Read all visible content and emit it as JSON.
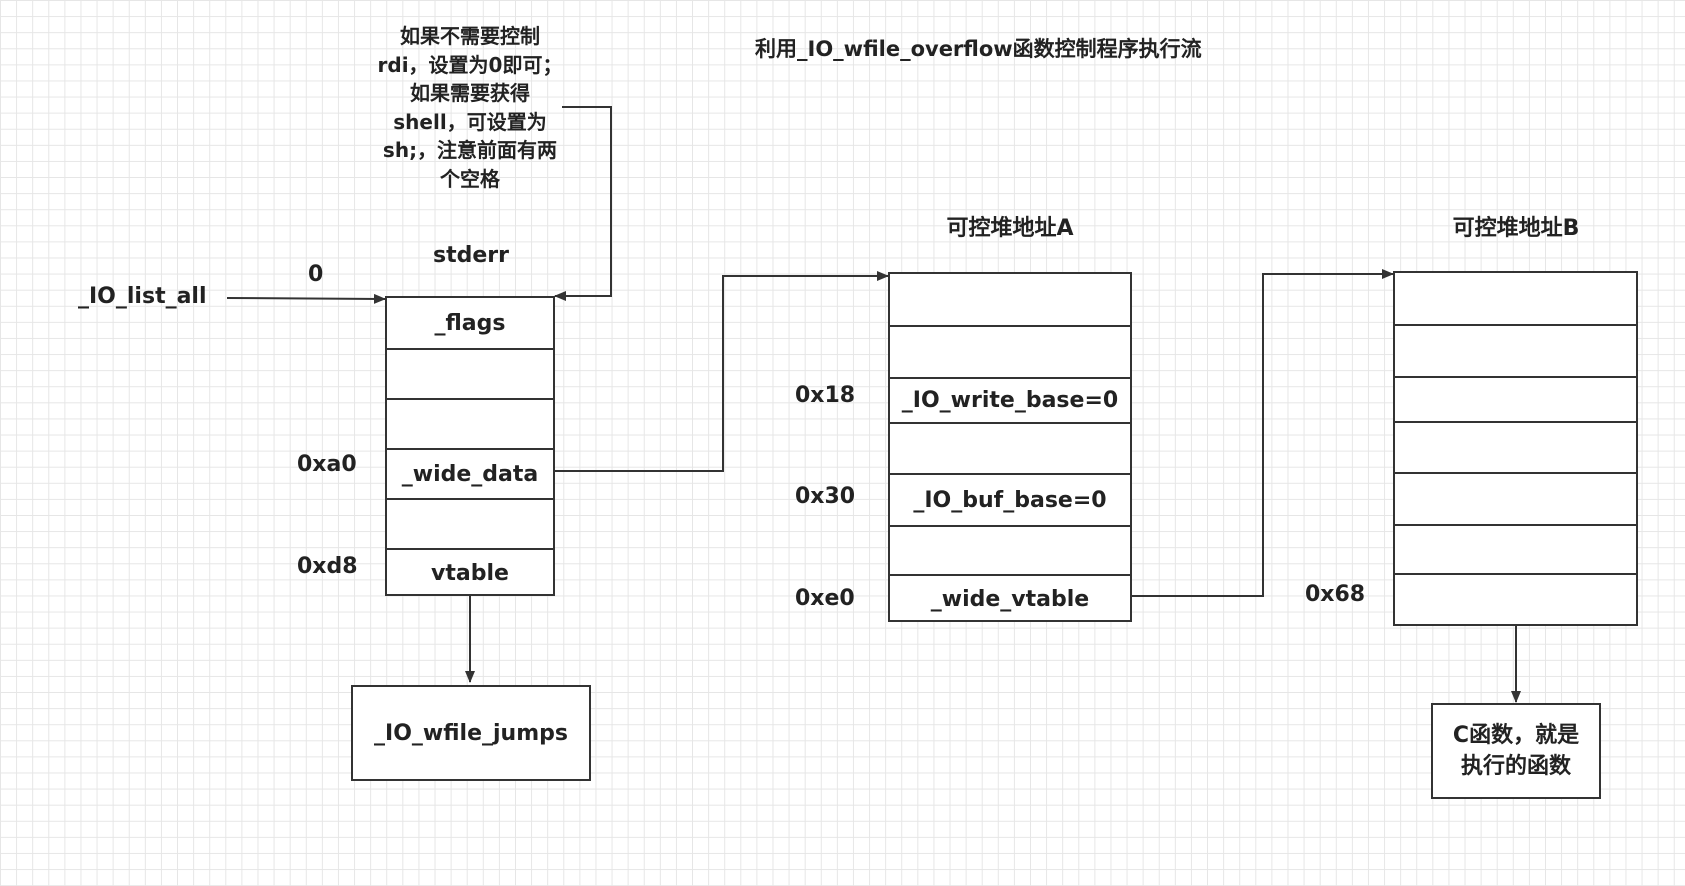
{
  "title": "利用_IO_wfile_overflow函数控制程序执行流",
  "note": "如果不需要控制rdi，设置为0即可；如果需要获得shell，可设置为 sh;，注意前面有两个空格",
  "io_list_all": "_IO_list_all",
  "io_list_all_offset": "0",
  "stderr": {
    "title": "stderr",
    "cells": [
      "_flags",
      "",
      "",
      "_wide_data",
      "",
      "vtable"
    ],
    "offsets": {
      "wide_data": "0xa0",
      "vtable": "0xd8"
    }
  },
  "jumps_box": "_IO_wfile_jumps",
  "heap_a": {
    "title": "可控堆地址A",
    "cells": [
      "",
      "",
      "_IO_write_base=0",
      "",
      "_IO_buf_base=0",
      "",
      "_wide_vtable"
    ],
    "offsets": {
      "write_base": "0x18",
      "buf_base": "0x30",
      "wide_vtable": "0xe0"
    }
  },
  "heap_b": {
    "title": "可控堆地址B",
    "cells": [
      "",
      "",
      "",
      "",
      "",
      "",
      ""
    ],
    "offsets": {
      "func": "0x68"
    }
  },
  "func_box_line1": "C函数，就是",
  "func_box_line2": "执行的函数",
  "colors": {
    "line": "#333333",
    "grid": "#e6e6e6",
    "text": "#222222"
  }
}
